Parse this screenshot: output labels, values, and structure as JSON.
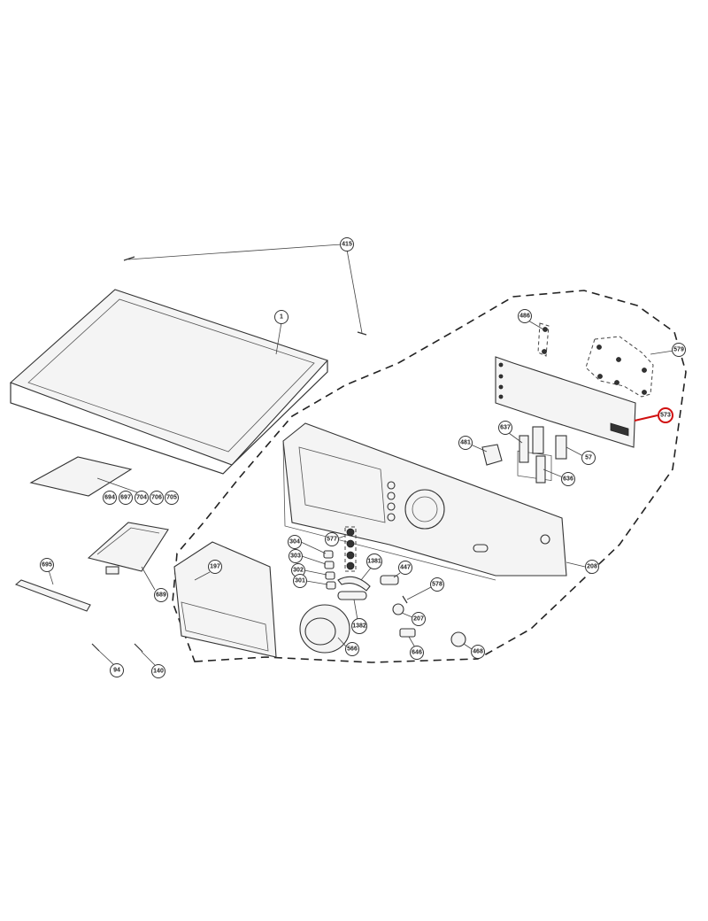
{
  "diagram": {
    "highlight_color": "#d01010",
    "highlighted_part": "573",
    "callouts": {
      "p415": "415",
      "p1": "1",
      "p486": "486",
      "p579": "579",
      "p573": "573",
      "p637": "637",
      "p481": "481",
      "p57": "57",
      "p636": "636",
      "p694": "694",
      "p697": "697",
      "p704": "704",
      "p706": "706",
      "p705": "705",
      "p695": "695",
      "p197": "197",
      "p208": "208",
      "p304": "304",
      "p303": "303",
      "p302": "302",
      "p301": "301",
      "p577": "577",
      "p1381": "1381",
      "p447": "447",
      "p578": "578",
      "p689": "689",
      "p207": "207",
      "p1382": "1382",
      "p566": "566",
      "p646": "646",
      "p468": "468",
      "p94": "94",
      "p140": "140"
    }
  }
}
